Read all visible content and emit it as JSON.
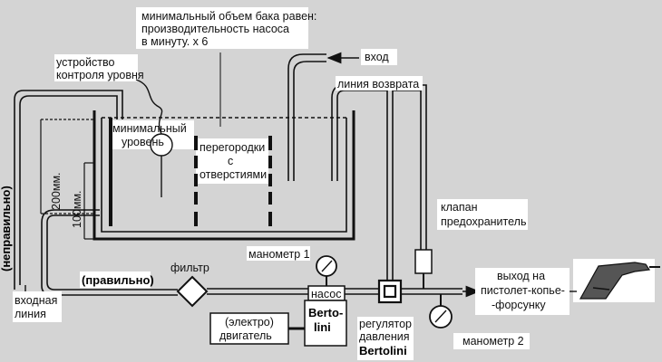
{
  "labels": {
    "tank_note": [
      "минимальный объем бака равен:",
      "производительность насоса",
      "в минуту. х 6"
    ],
    "level_device": [
      "устройство",
      "контроля уровня"
    ],
    "inlet": "вход",
    "return_line": "линия возврата",
    "min_level": [
      "минимальный",
      "уровень"
    ],
    "baffles": [
      "перегородки",
      "с",
      "отверстиями"
    ],
    "dim_200": "200мм.",
    "dim_100": "100мм.",
    "wrong": "(неправильно)",
    "right": "(правильно)",
    "filter": "фильтр",
    "gauge1": "манометр 1",
    "pump": "насос",
    "bertolini_pump": [
      "Berto-",
      "lini"
    ],
    "motor": [
      "(электро)",
      "двигатель"
    ],
    "pressure_regulator": [
      "регулятор",
      "давления",
      "Bertolini"
    ],
    "gauge2": "манометр 2",
    "relief_valve": [
      "клапан",
      "предохранитель"
    ],
    "outlet": [
      "выход на",
      "пистолет-копье-",
      "-форсунку"
    ],
    "suction_line": [
      "входная",
      "линия"
    ]
  }
}
